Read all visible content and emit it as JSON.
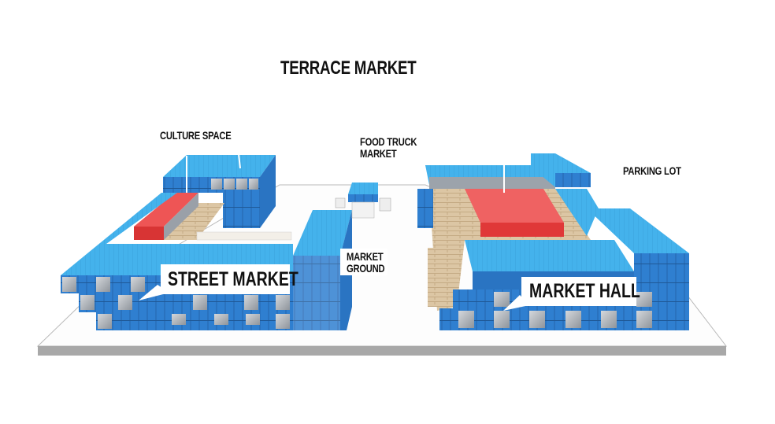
{
  "title": "TERRACE MARKET",
  "zones": {
    "culture_space": "CULTURE SPACE",
    "food_truck_line1": "FOOD TRUCK",
    "food_truck_line2": "MARKET",
    "parking_lot": "PARKING LOT",
    "market_ground_line1": "MARKET",
    "market_ground_line2": "GROUND",
    "street_market": "STREET MARKET",
    "market_hall": "MARKET HALL"
  },
  "colors": {
    "container_blue": "#2f7fd0",
    "roof_blue": "#45b4ee",
    "container_red": "#ee4a4a",
    "deck_wood": "#d9c2a0",
    "window_gray": "#a9adb3"
  }
}
